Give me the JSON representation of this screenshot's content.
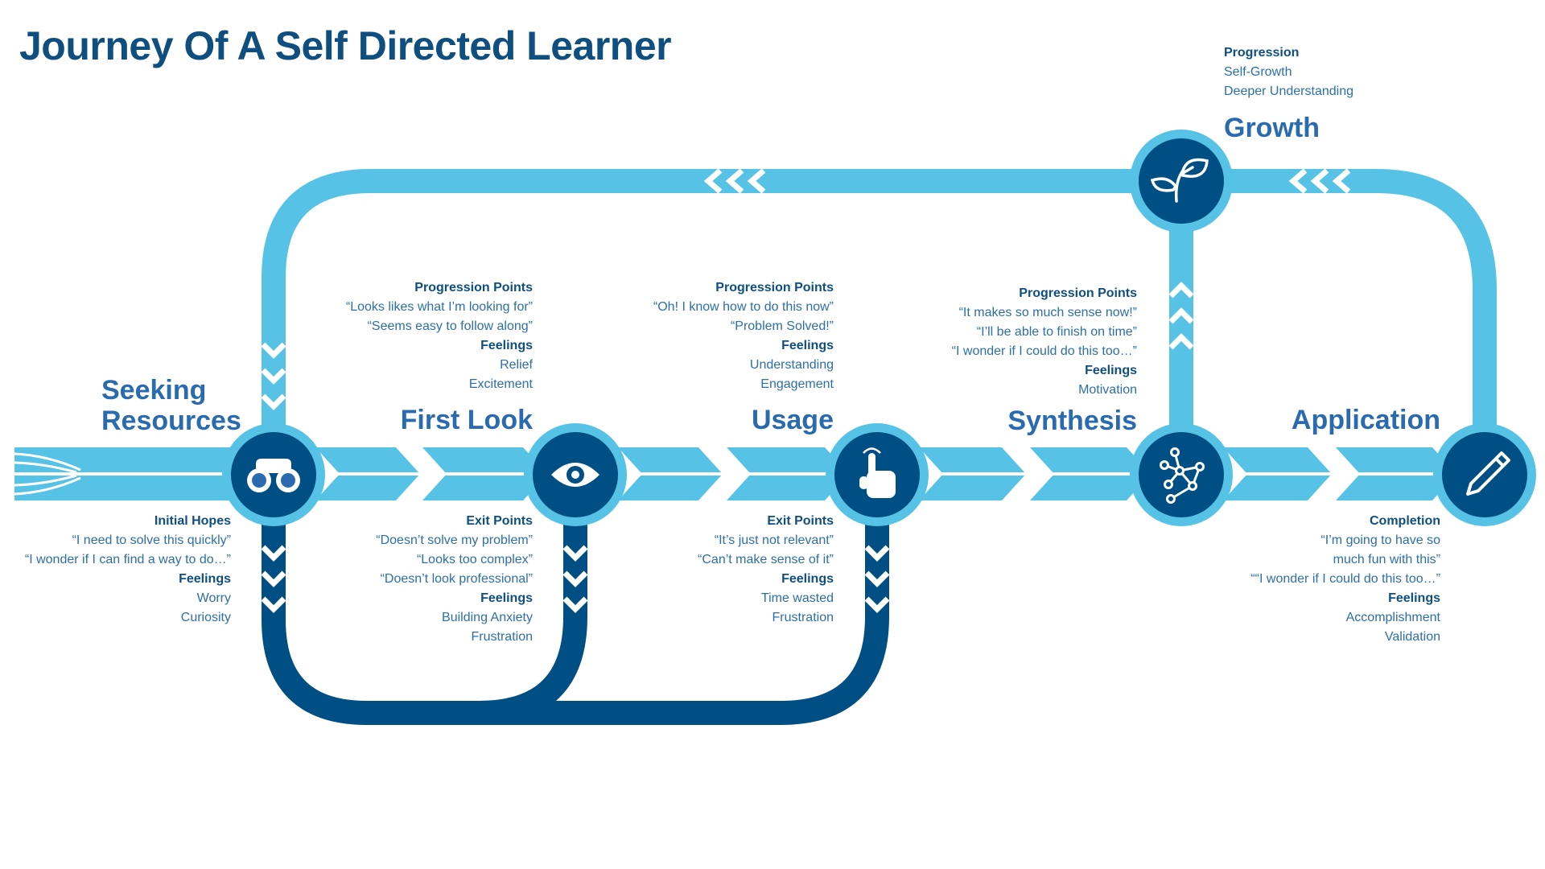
{
  "title": "Journey Of A Self Directed Learner",
  "colors": {
    "light": "#56c3e6",
    "dark": "#004f84",
    "ring": "#56c3e6",
    "text": "#2d6fa8",
    "heading": "#0f4f80"
  },
  "stages": [
    {
      "name": "Seeking Resources",
      "name_lines": [
        "Seeking",
        "Resources"
      ],
      "icon": "binoculars-icon"
    },
    {
      "name": "First Look",
      "name_lines": [
        "First Look"
      ],
      "icon": "eye-icon"
    },
    {
      "name": "Usage",
      "name_lines": [
        "Usage"
      ],
      "icon": "hand-pointer-icon"
    },
    {
      "name": "Synthesis",
      "name_lines": [
        "Synthesis"
      ],
      "icon": "network-icon"
    },
    {
      "name": "Application",
      "name_lines": [
        "Application"
      ],
      "icon": "pencil-icon"
    }
  ],
  "growth": {
    "name": "Growth",
    "icon": "sprout-icon",
    "progression_heading": "Progression",
    "progression": [
      "Self-Growth",
      "Deeper Understanding"
    ]
  },
  "seeking": {
    "hopes_heading": "Initial Hopes",
    "hopes": [
      "“I need to solve this quickly”",
      "“I wonder if I can find a way to do…”"
    ],
    "feelings_heading": "Feelings",
    "feelings": [
      "Worry",
      "Curiosity"
    ]
  },
  "first_look": {
    "progression_heading": "Progression Points",
    "progression": [
      "“Looks likes what I’m looking for”",
      "“Seems easy to follow along”"
    ],
    "progression_feelings_heading": "Feelings",
    "progression_feelings": [
      "Relief",
      "Excitement"
    ],
    "exit_heading": "Exit Points",
    "exit": [
      "“Doesn’t solve my problem”",
      "“Looks too complex”",
      "“Doesn’t look professional”"
    ],
    "exit_feelings_heading": "Feelings",
    "exit_feelings": [
      "Building Anxiety",
      "Frustration"
    ]
  },
  "usage": {
    "progression_heading": "Progression Points",
    "progression": [
      "“Oh! I know how to do this now”",
      "“Problem Solved!”"
    ],
    "progression_feelings_heading": "Feelings",
    "progression_feelings": [
      "Understanding",
      "Engagement"
    ],
    "exit_heading": "Exit Points",
    "exit": [
      "“It’s just not relevant”",
      "“Can’t make sense of it”"
    ],
    "exit_feelings_heading": "Feelings",
    "exit_feelings": [
      "Time wasted",
      "Frustration"
    ]
  },
  "synthesis": {
    "progression_heading": "Progression Points",
    "progression": [
      "“It makes so much sense now!”",
      "“I’ll be able to finish on time”",
      "“I wonder if I could do this too…”"
    ],
    "feelings_heading": "Feelings",
    "feelings": [
      "Motivation"
    ]
  },
  "application": {
    "completion_heading": "Completion",
    "completion": [
      "“I’m going to have so",
      "much fun with this”",
      "““I wonder if I could do this too…”"
    ],
    "feelings_heading": "Feelings",
    "feelings": [
      "Accomplishment",
      "Validation"
    ]
  }
}
